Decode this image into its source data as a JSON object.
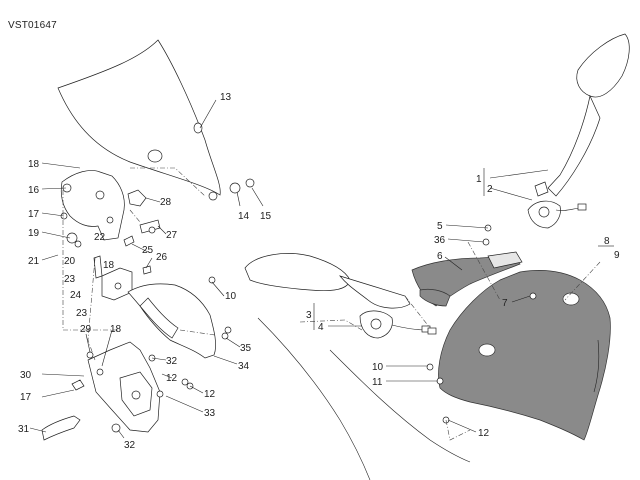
{
  "drawing_code": "VST01647",
  "callouts": [
    {
      "id": "c13",
      "text": "13"
    },
    {
      "id": "c18a",
      "text": "18"
    },
    {
      "id": "c16",
      "text": "16"
    },
    {
      "id": "c17a",
      "text": "17"
    },
    {
      "id": "c19",
      "text": "19"
    },
    {
      "id": "c20",
      "text": "20"
    },
    {
      "id": "c21",
      "text": "21"
    },
    {
      "id": "c22",
      "text": "22"
    },
    {
      "id": "c18b",
      "text": "18"
    },
    {
      "id": "c23a",
      "text": "23"
    },
    {
      "id": "c24",
      "text": "24"
    },
    {
      "id": "c23b",
      "text": "23"
    },
    {
      "id": "c25",
      "text": "25"
    },
    {
      "id": "c26",
      "text": "26"
    },
    {
      "id": "c27",
      "text": "27"
    },
    {
      "id": "c28",
      "text": "28"
    },
    {
      "id": "c14",
      "text": "14"
    },
    {
      "id": "c15",
      "text": "15"
    },
    {
      "id": "c10a",
      "text": "10"
    },
    {
      "id": "c29",
      "text": "29"
    },
    {
      "id": "c18c",
      "text": "18"
    },
    {
      "id": "c32a",
      "text": "32"
    },
    {
      "id": "c35",
      "text": "35"
    },
    {
      "id": "c34",
      "text": "34"
    },
    {
      "id": "c12a",
      "text": "12"
    },
    {
      "id": "c30",
      "text": "30"
    },
    {
      "id": "c17b",
      "text": "17"
    },
    {
      "id": "c12b",
      "text": "12"
    },
    {
      "id": "c33",
      "text": "33"
    },
    {
      "id": "c31",
      "text": "31"
    },
    {
      "id": "c32b",
      "text": "32"
    },
    {
      "id": "c1",
      "text": "1"
    },
    {
      "id": "c2",
      "text": "2"
    },
    {
      "id": "c5",
      "text": "5"
    },
    {
      "id": "c36",
      "text": "36"
    },
    {
      "id": "c6",
      "text": "6"
    },
    {
      "id": "c8",
      "text": "8"
    },
    {
      "id": "c9",
      "text": "9"
    },
    {
      "id": "c7",
      "text": "7"
    },
    {
      "id": "c3",
      "text": "3"
    },
    {
      "id": "c4",
      "text": "4"
    },
    {
      "id": "c10b",
      "text": "10"
    },
    {
      "id": "c11",
      "text": "11"
    },
    {
      "id": "c12c",
      "text": "12"
    }
  ],
  "colors": {
    "line": "#222222",
    "fairing": "#8a8a8a",
    "background": "#ffffff"
  }
}
